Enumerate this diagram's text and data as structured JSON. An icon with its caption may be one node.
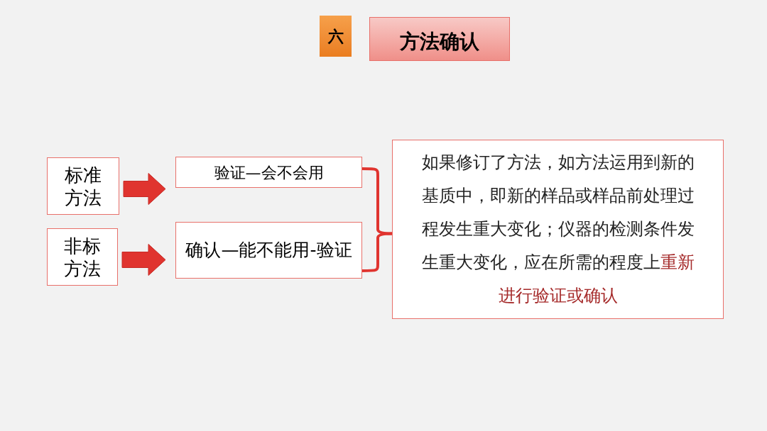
{
  "diagram": {
    "nodes": [
      {
        "text": [
          "六"
        ]
      },
      {
        "text": [
          "方法确认"
        ]
      },
      {
        "text": [
          "标准方法"
        ]
      },
      {
        "text": [
          "非标方法"
        ]
      },
      {
        "text": [
          "验证—会不会用"
        ]
      },
      {
        "text": [
          "确认—能不能用-验证"
        ]
      },
      {
        "text": [
          "如果修订了方法，如方法运用到新的基质中，即新的样品或样品前处理过程发生重大变化；仪器的检测条件发生重大变化，应在所需的程度上**重新进行验证或确认**"
        ]
      }
    ],
    "edges": [
      {
        "from": 2,
        "to": 4,
        "arrow": "to",
        "style": "thick"
      },
      {
        "from": 3,
        "to": 5,
        "arrow": "to",
        "style": "thick"
      },
      {
        "from": 4,
        "to": 6,
        "arrow": "none"
      },
      {
        "from": 5,
        "to": 6,
        "arrow": "none"
      }
    ]
  }
}
